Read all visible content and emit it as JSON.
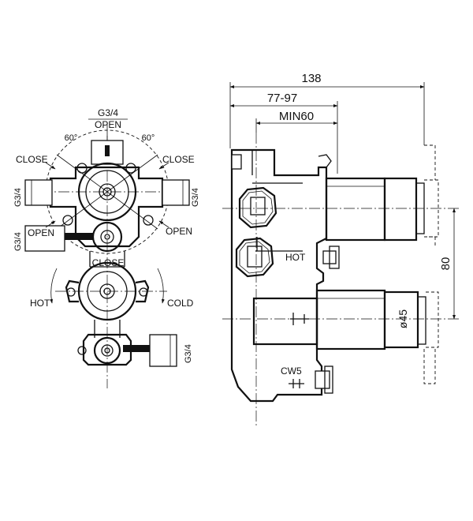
{
  "front_view": {
    "thread_top": "G3/4",
    "open_top": "OPEN",
    "angle_left": "60°",
    "angle_right": "60°",
    "close_left": "CLOSE",
    "close_right": "CLOSE",
    "thread_left_upper": "G3/4",
    "thread_right_upper": "G3/4",
    "thread_left_lower": "G3/4",
    "open_left": "OPEN",
    "open_right": "OPEN",
    "close_bottom": "CLOSE",
    "hot": "HOT",
    "cold": "COLD",
    "thread_bottom": "G3/4"
  },
  "side_view": {
    "dim_total": "138",
    "dim_depth": "77-97",
    "dim_min": "MIN60",
    "dim_spacing": "80",
    "dim_diameter": "ø45",
    "hot_label": "HOT",
    "cw_label": "CW5"
  },
  "colors": {
    "line": "#111111",
    "background": "#ffffff"
  }
}
